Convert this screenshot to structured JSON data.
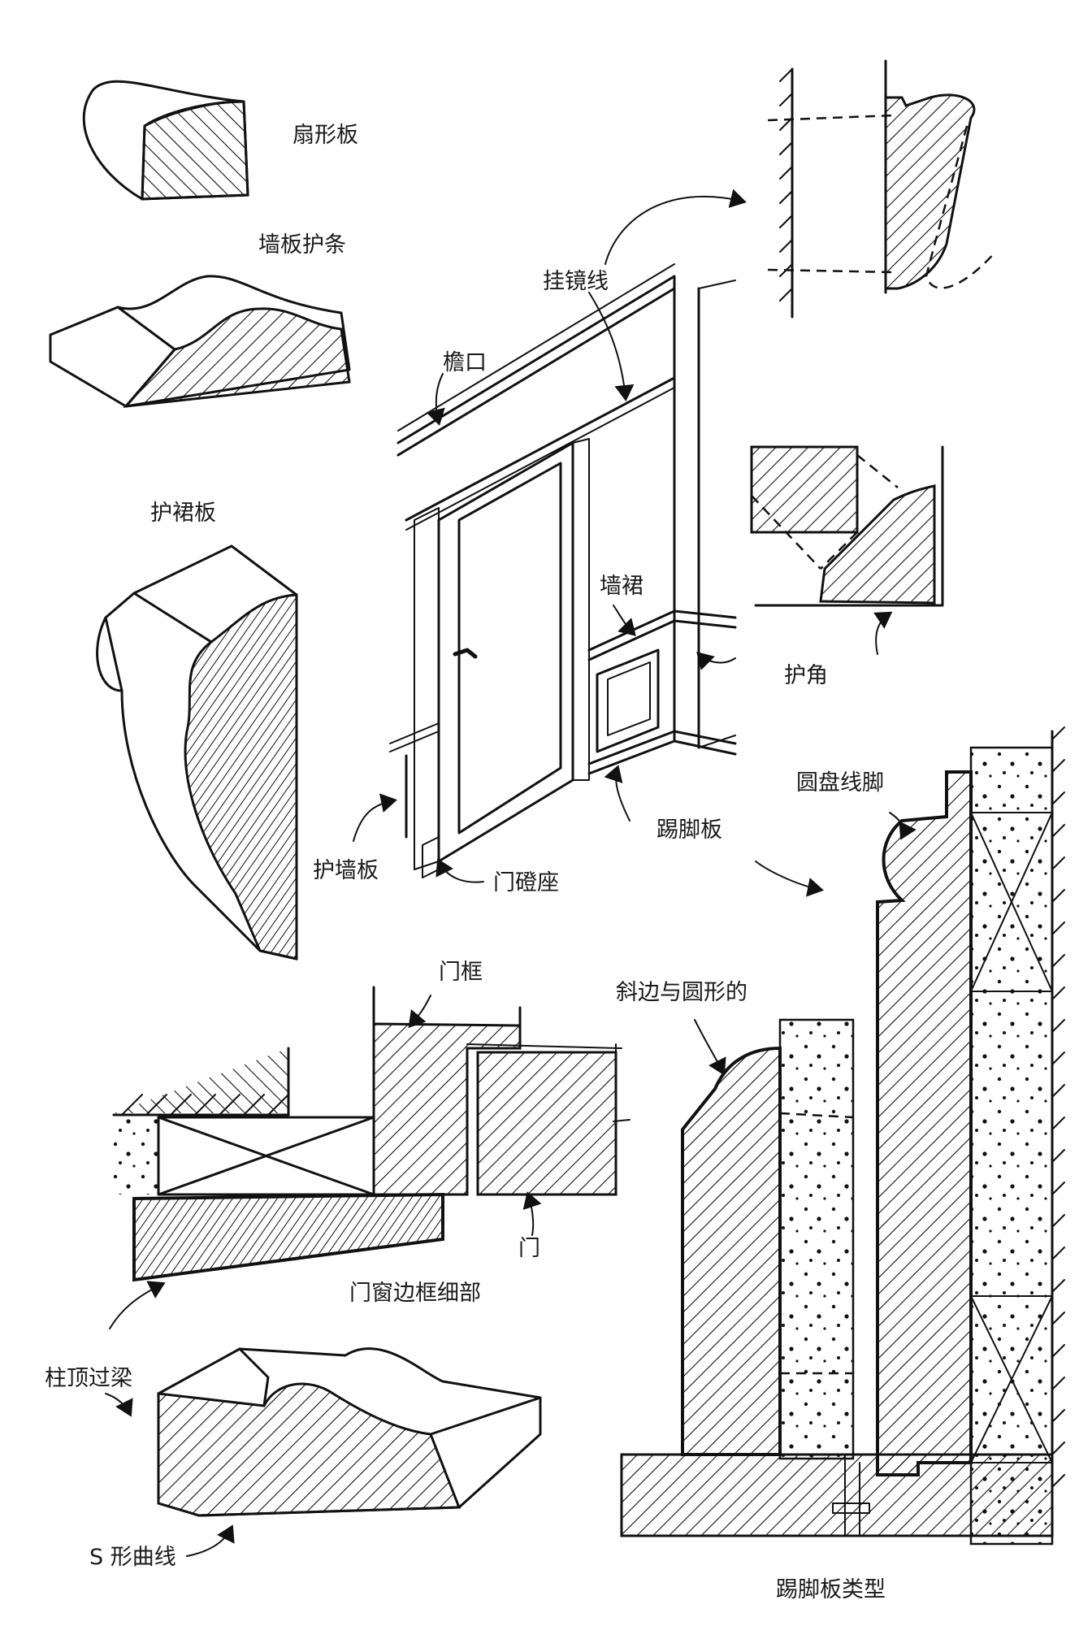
{
  "labels": {
    "fan_board": "扇形板",
    "wainscot_cap": "墙板护条",
    "dado_board": "护裙板",
    "mirror_line": "挂镜线",
    "eave": "檐口",
    "dado": "墙裙",
    "corner_guard": "护角",
    "disc_base": "圆盘线脚",
    "skirting": "踢脚板",
    "wall_panel": "护墙板",
    "door_stop": "门磴座",
    "door_frame": "门框",
    "bevel_round": "斜边与圆形的",
    "door": "门",
    "window_frame_detail": "门窗边框细部",
    "lintel": "柱顶过梁",
    "s_curve": "S 形曲线",
    "skirting_types": "踢脚板类型"
  }
}
